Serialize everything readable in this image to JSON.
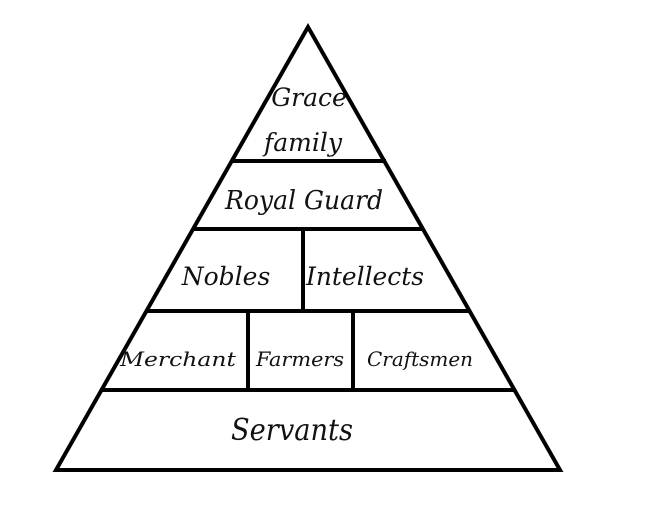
{
  "diagram": {
    "tiers": [
      {
        "lines": [
          "Grace",
          "family"
        ]
      },
      {
        "lines": [
          "Royal Guard"
        ]
      },
      {
        "cells": [
          "Nobles",
          "Intellects"
        ]
      },
      {
        "cells": [
          "Merchant",
          "Farmers",
          "Craftsmen"
        ]
      },
      {
        "lines": [
          "Servants"
        ]
      }
    ],
    "colors": {
      "line": "#000000",
      "background": "#ffffff",
      "text": "#111111"
    }
  }
}
